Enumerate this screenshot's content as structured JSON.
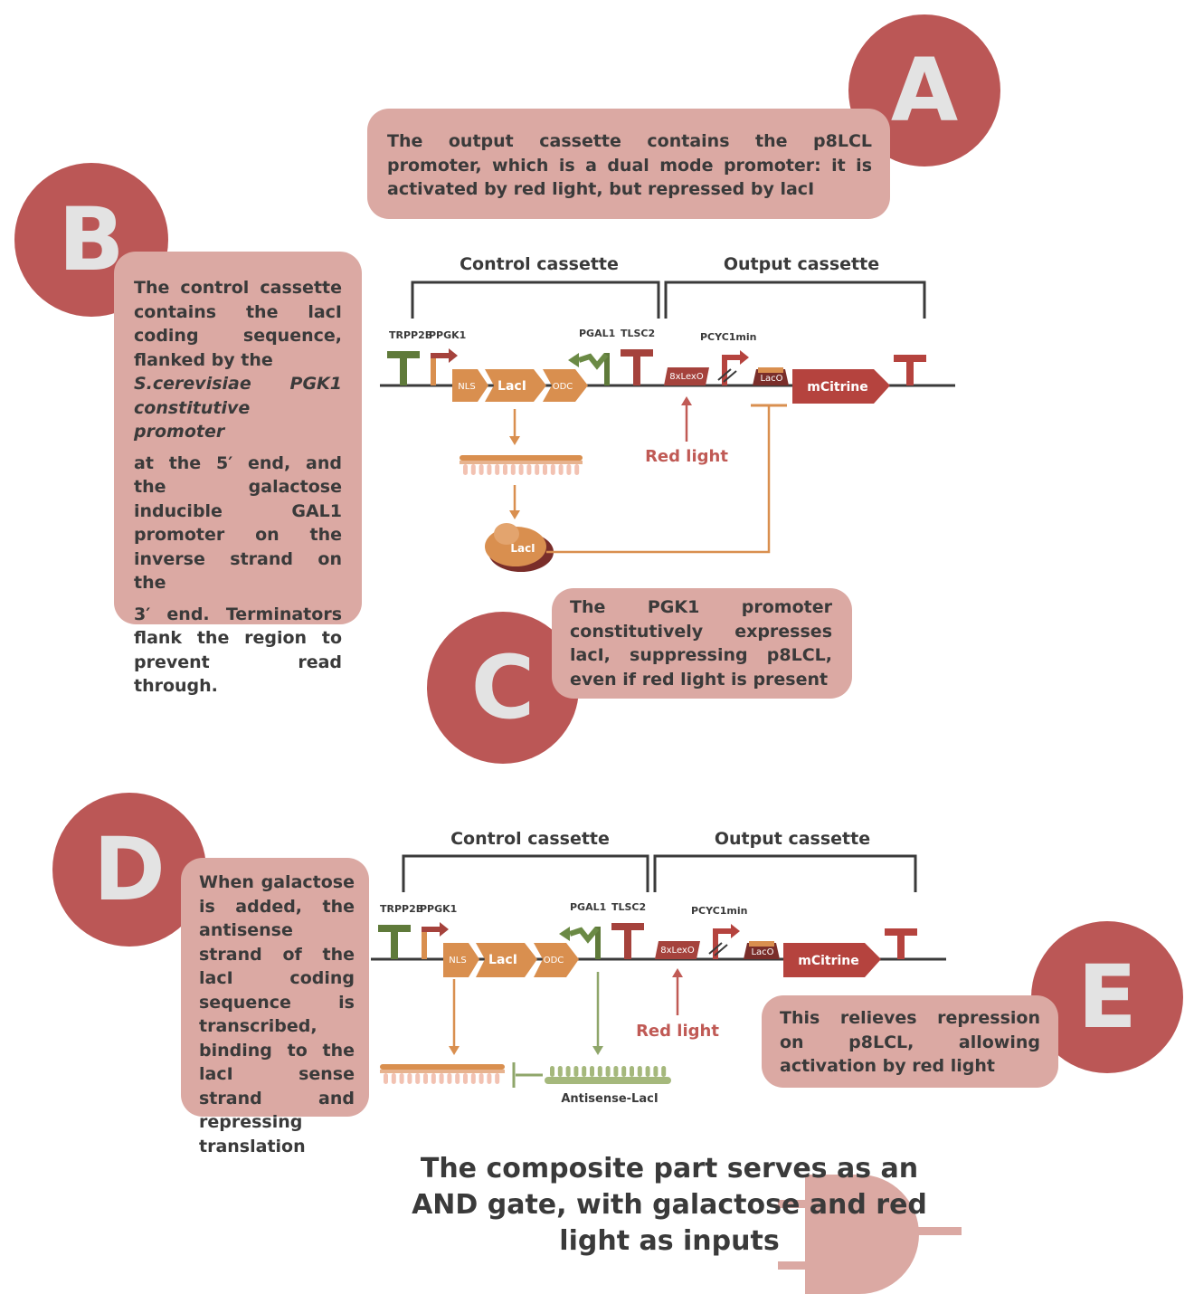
{
  "panels": {
    "A": {
      "letter": "A",
      "text": "The output cassette contains the p8LCL promoter, which is a dual mode promoter: it is activated by red light, but repressed by lacI"
    },
    "B": {
      "letter": "B",
      "text_lines": [
        "The control cassette contains the lacI coding sequence, flanked by the",
        "S.cerevisiae PGK1 constitutive promoter",
        "at the 5′ end, and the galactose inducible GAL1 promoter on the inverse strand on the",
        "3′ end. Terminators flank the region to prevent read through."
      ]
    },
    "C": {
      "letter": "C",
      "text": "The PGK1 promoter constitutively expresses lacI, suppressing p8LCL, even if red light is present"
    },
    "D": {
      "letter": "D",
      "text": "When galactose is added, the antisense strand of the lacI coding sequence is transcribed, binding to the lacI sense strand and repressing translation"
    },
    "E": {
      "letter": "E",
      "text": "This relieves repression on p8LCL, allowing activation by red light"
    }
  },
  "diagram_labels": {
    "control_cassette": "Control cassette",
    "output_cassette": "Output cassette",
    "t_rpp2b": "TRPP2B",
    "p_pgk1": "PPGK1",
    "p_gal1": "PGAL1",
    "t_lsc2": "TLSC2",
    "p_cyc1min": "PCYC1min",
    "nls": "NLS",
    "laci": "LacI",
    "odc": "ODC",
    "lexo": "8xLexO",
    "laco": "LacO",
    "mcitrine": "mCitrine",
    "red_light": "Red light",
    "protein": "LacI",
    "antisense": "Antisense-LacI"
  },
  "conclusion": "The composite part serves as an AND gate, with galactose and red light as inputs",
  "colors": {
    "circle": "#bb5756",
    "box": "#dba9a3",
    "orange": "#d98f4f",
    "green": "#5f7a3a",
    "dark_red": "#b5433e",
    "text": "#3a3a3a"
  }
}
